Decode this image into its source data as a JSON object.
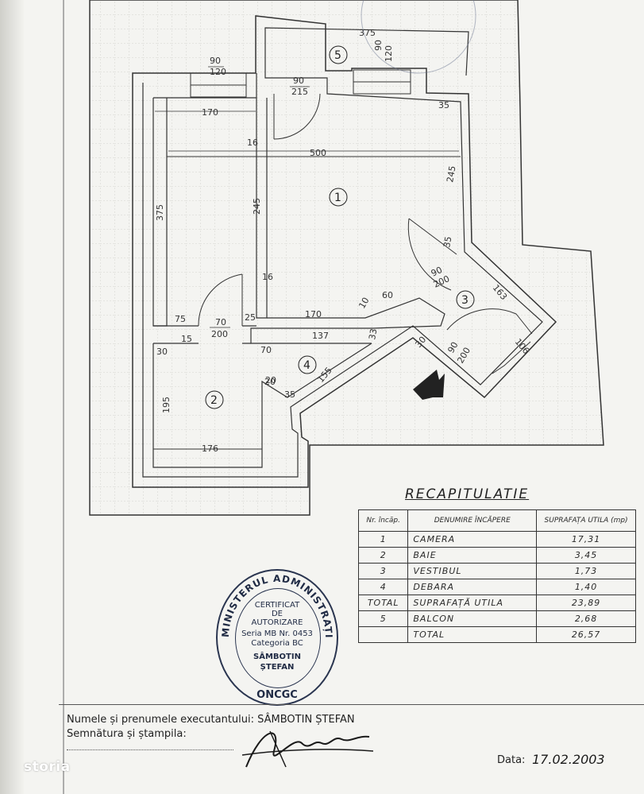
{
  "plan": {
    "dimensions": [
      "375",
      "90",
      "120",
      "90",
      "215",
      "170",
      "16",
      "500",
      "245",
      "245",
      "375",
      "90",
      "120",
      "35",
      "35",
      "90",
      "200",
      "163",
      "16",
      "10",
      "60",
      "70",
      "200",
      "25",
      "170",
      "30",
      "75",
      "15",
      "137",
      "70",
      "33",
      "20",
      "90",
      "200",
      "106",
      "30",
      "195",
      "155",
      "20",
      "35",
      "176"
    ],
    "rooms": [
      "1",
      "2",
      "3",
      "4",
      "5"
    ]
  },
  "recap": {
    "title": "RECAPITULATIE",
    "headers": {
      "nr": "Nr. încăp.",
      "denumire": "DENUMIRE ÎNCĂPERE",
      "suprafata": "SUPRAFAȚA UTILA (mp)"
    },
    "rows": [
      {
        "nr": "1",
        "name": "CAMERA",
        "area": "17,31"
      },
      {
        "nr": "2",
        "name": "BAIE",
        "area": "3,45"
      },
      {
        "nr": "3",
        "name": "VESTIBUL",
        "area": "1,73"
      },
      {
        "nr": "4",
        "name": "DEBARA",
        "area": "1,40"
      },
      {
        "nr": "TOTAL",
        "name": "SUPRAFAȚĂ UTILA",
        "area": "23,89"
      },
      {
        "nr": "5",
        "name": "BALCON",
        "area": "2,68"
      },
      {
        "nr": "",
        "name": "TOTAL",
        "area": "26,57"
      }
    ]
  },
  "seal": {
    "ring": "MINISTERUL ADMINISTRAȚIEI PUBLICE",
    "bottom": "ONCGC",
    "lines": [
      "CERTIFICAT",
      "DE",
      "AUTORIZARE",
      "Seria MB Nr. 0453",
      "Categoria BC",
      "SÂMBOTIN",
      "ȘTEFAN"
    ]
  },
  "footer": {
    "executant": "Numele și prenumele executantului: SÂMBOTIN ȘTEFAN",
    "signature": "Semnătura și ștampila:",
    "date_label": "Data:",
    "date_value": "17.02.2003"
  },
  "watermark": "storia",
  "colors": {
    "ink": "#2a2a2a",
    "seal": "#1f2a44",
    "paper": "#f4f4f1",
    "grid": "#c9c9c4"
  }
}
